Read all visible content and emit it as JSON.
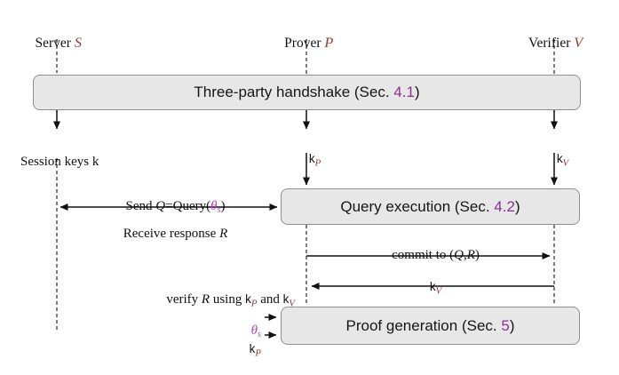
{
  "colors": {
    "script_letter": "#9a3a29",
    "section_number": "#8f2d92",
    "theta": "#bb3cbb",
    "box_fill": "#e7e7e7",
    "box_border": "#8f8f8f",
    "line": "#111111"
  },
  "participants": {
    "server": {
      "label": "Server ",
      "symbol": "S"
    },
    "prover": {
      "label": "Prover ",
      "symbol": "P"
    },
    "verifier": {
      "label": "Verifier ",
      "symbol": "V"
    }
  },
  "boxes": {
    "handshake": {
      "title": "Three-party handshake (Sec. ",
      "sec_num": "4.1",
      "close": ")"
    },
    "query": {
      "title": "Query execution (Sec. ",
      "sec_num": "4.2",
      "close": ")"
    },
    "proof": {
      "title": "Proof generation (Sec. ",
      "sec_num": "5",
      "close": ")"
    }
  },
  "labels": {
    "session_keys": "Session keys k",
    "k_prover_top": {
      "k": "k",
      "sub": "P"
    },
    "k_verifier_top": {
      "k": "k",
      "sub": "V"
    },
    "send": {
      "t1": "Send ",
      "q": "Q",
      "t2": "=",
      "t3": "Query(",
      "theta": "θ",
      "theta_sub": "s",
      "t4": ")"
    },
    "receive": {
      "t1": "Receive response ",
      "r": "R"
    },
    "commit": {
      "t1": "commit to (",
      "q": "Q",
      "t2": ",",
      "r": "R",
      "t3": ")"
    },
    "k_verifier_mid": {
      "k": "k",
      "sub": "V"
    },
    "verify": {
      "t1": "verify ",
      "r": "R",
      "t2": " using ",
      "k1": "k",
      "sub1": "P",
      "t3": " and ",
      "k2": "k",
      "sub2": "V"
    },
    "theta_input": {
      "theta": "θ",
      "sub": "s"
    },
    "k_prover_input": {
      "k": "k",
      "sub": "P"
    }
  }
}
